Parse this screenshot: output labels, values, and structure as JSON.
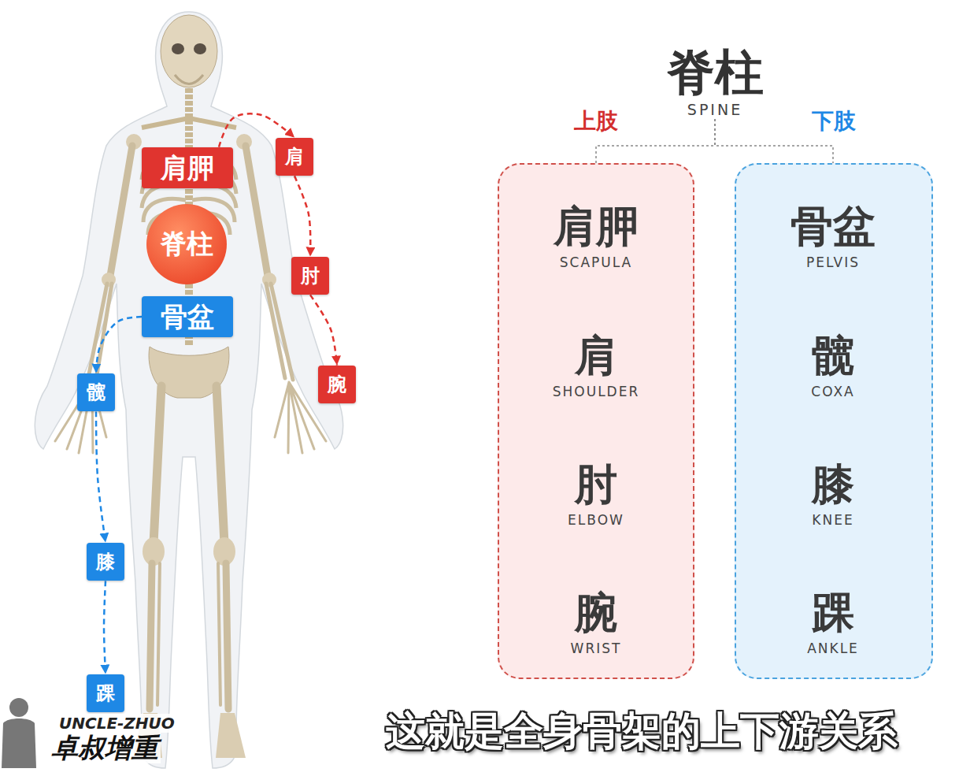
{
  "diagram": {
    "caption": "这就是全身骨架的上下游关系",
    "nodes": [
      {
        "text": [
          "肩胛"
        ]
      },
      {
        "text": [
          "肩"
        ]
      },
      {
        "text": [
          "脊柱"
        ]
      },
      {
        "text": [
          "肘"
        ]
      },
      {
        "text": [
          "骨盆"
        ]
      },
      {
        "text": [
          "腕"
        ]
      },
      {
        "text": [
          "髋"
        ]
      },
      {
        "text": [
          "膝"
        ]
      },
      {
        "text": [
          "踝"
        ]
      },
      {
        "text": [
          "脊柱",
          "SPINE"
        ]
      },
      {
        "text": [
          "上肢"
        ]
      },
      {
        "text": [
          "肩胛",
          "SCAPULA"
        ],
        "in": 10
      },
      {
        "text": [
          "肩",
          "SHOULDER"
        ],
        "in": 10
      },
      {
        "text": [
          "肘",
          "ELBOW"
        ],
        "in": 10
      },
      {
        "text": [
          "腕",
          "WRIST"
        ],
        "in": 10
      },
      {
        "text": [
          "下肢"
        ]
      },
      {
        "text": [
          "骨盆",
          "PELVIS"
        ],
        "in": 15
      },
      {
        "text": [
          "髋",
          "COXA"
        ],
        "in": 15
      },
      {
        "text": [
          "膝",
          "KNEE"
        ],
        "in": 15
      },
      {
        "text": [
          "踝",
          "ANKLE"
        ],
        "in": 15
      }
    ],
    "edges": [
      {
        "from": 0,
        "to": 1,
        "arrow": "to"
      },
      {
        "from": 1,
        "to": 3,
        "arrow": "to"
      },
      {
        "from": 3,
        "to": 5,
        "arrow": "to"
      },
      {
        "from": 4,
        "to": 6,
        "arrow": "to"
      },
      {
        "from": 6,
        "to": 7,
        "arrow": "to"
      },
      {
        "from": 7,
        "to": 8,
        "arrow": "to"
      },
      {
        "from": 9,
        "to": 11,
        "arrow": "to"
      },
      {
        "from": 9,
        "to": 16,
        "arrow": "to"
      },
      {
        "from": 11,
        "to": 12,
        "arrow": "to"
      },
      {
        "from": 12,
        "to": 13,
        "arrow": "to"
      },
      {
        "from": 13,
        "to": 14,
        "arrow": "to"
      },
      {
        "from": 16,
        "to": 17,
        "arrow": "to"
      },
      {
        "from": 17,
        "to": 18,
        "arrow": "to"
      },
      {
        "from": 18,
        "to": 19,
        "arrow": "to"
      }
    ],
    "labels": [
      "UNCLE-ZHUO",
      "卓叔增重"
    ]
  }
}
